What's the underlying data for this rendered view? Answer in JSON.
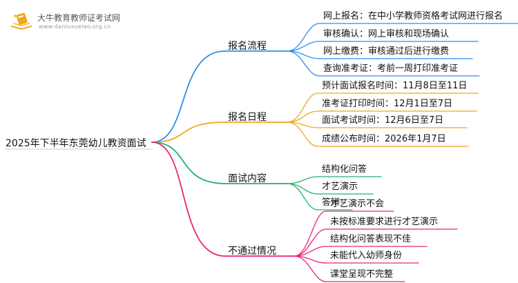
{
  "logo": {
    "title": "大牛教育教师证考试网",
    "domain": "www.daniuxueiao.org.cn",
    "icon": "book-logo-icon"
  },
  "root": "2025年下半年东莞幼儿教资面试",
  "branches": [
    {
      "label": "报名流程",
      "color": "#2b8ef0",
      "items": [
        "网上报名：在中小学教师资格考试网进行报名",
        "审核确认：网上审核和现场确认",
        "网上缴费：审核通过后进行缴费",
        "查询准考证：考前一周打印准考证"
      ]
    },
    {
      "label": "报名日程",
      "color": "#f0a718",
      "items": [
        "预计面试报名时间：11月8日至11日",
        "准考证打印时间：12月1日至7日",
        "面试考试时间：12月6日至7日",
        "成绩公布时间：2026年1月7日"
      ]
    },
    {
      "label": "面试内容",
      "color": "#1fb26c",
      "items": [
        "结构化问答",
        "才艺演示",
        "答辩"
      ]
    },
    {
      "label": "不通过情况",
      "color": "#e8237d",
      "items": [
        "才艺演示不会",
        "未按标准要求进行才艺演示",
        "结构化问答表现不佳",
        "未能代入幼师身份",
        "课堂呈现不完整"
      ]
    }
  ]
}
